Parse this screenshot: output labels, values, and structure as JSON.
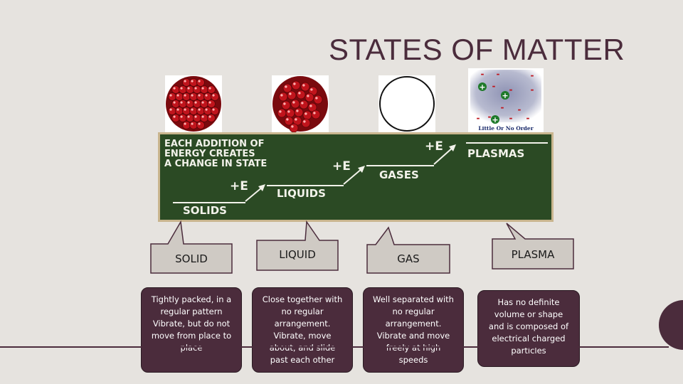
{
  "title": "STATES OF MATTER",
  "plasma_image_caption": "Little Or No Order",
  "board": {
    "heading_lines": [
      "EACH ADDITION OF",
      "ENERGY CREATES",
      "A CHANGE IN STATE"
    ],
    "energy_label": "+E",
    "states": [
      "SOLIDS",
      "LIQUIDS",
      "GASES",
      "PLASMAS"
    ]
  },
  "callouts": [
    {
      "label": "SOLID",
      "desc_lines": [
        "Tightly packed, in a",
        "regular pattern",
        "Vibrate, but do not",
        "move from place to",
        "place"
      ]
    },
    {
      "label": "LIQUID",
      "desc_lines": [
        "Close together with",
        "no regular",
        "arrangement.",
        "Vibrate, move",
        "about, and slide",
        "past each other"
      ]
    },
    {
      "label": "GAS",
      "desc_lines": [
        "Well separated with",
        "no regular",
        "arrangement.",
        "Vibrate and move",
        "freely at high",
        "speeds"
      ]
    },
    {
      "label": "PLASMA",
      "desc_lines": [
        "Has no definite",
        "volume or shape",
        "and is composed of",
        "electrical charged",
        "particles"
      ]
    }
  ],
  "colors": {
    "accent": "#4b2c3c",
    "background": "#e6e3df",
    "board": "#2b4a24",
    "particle": "#c0141c",
    "callout_fill": "#cfcac4"
  }
}
